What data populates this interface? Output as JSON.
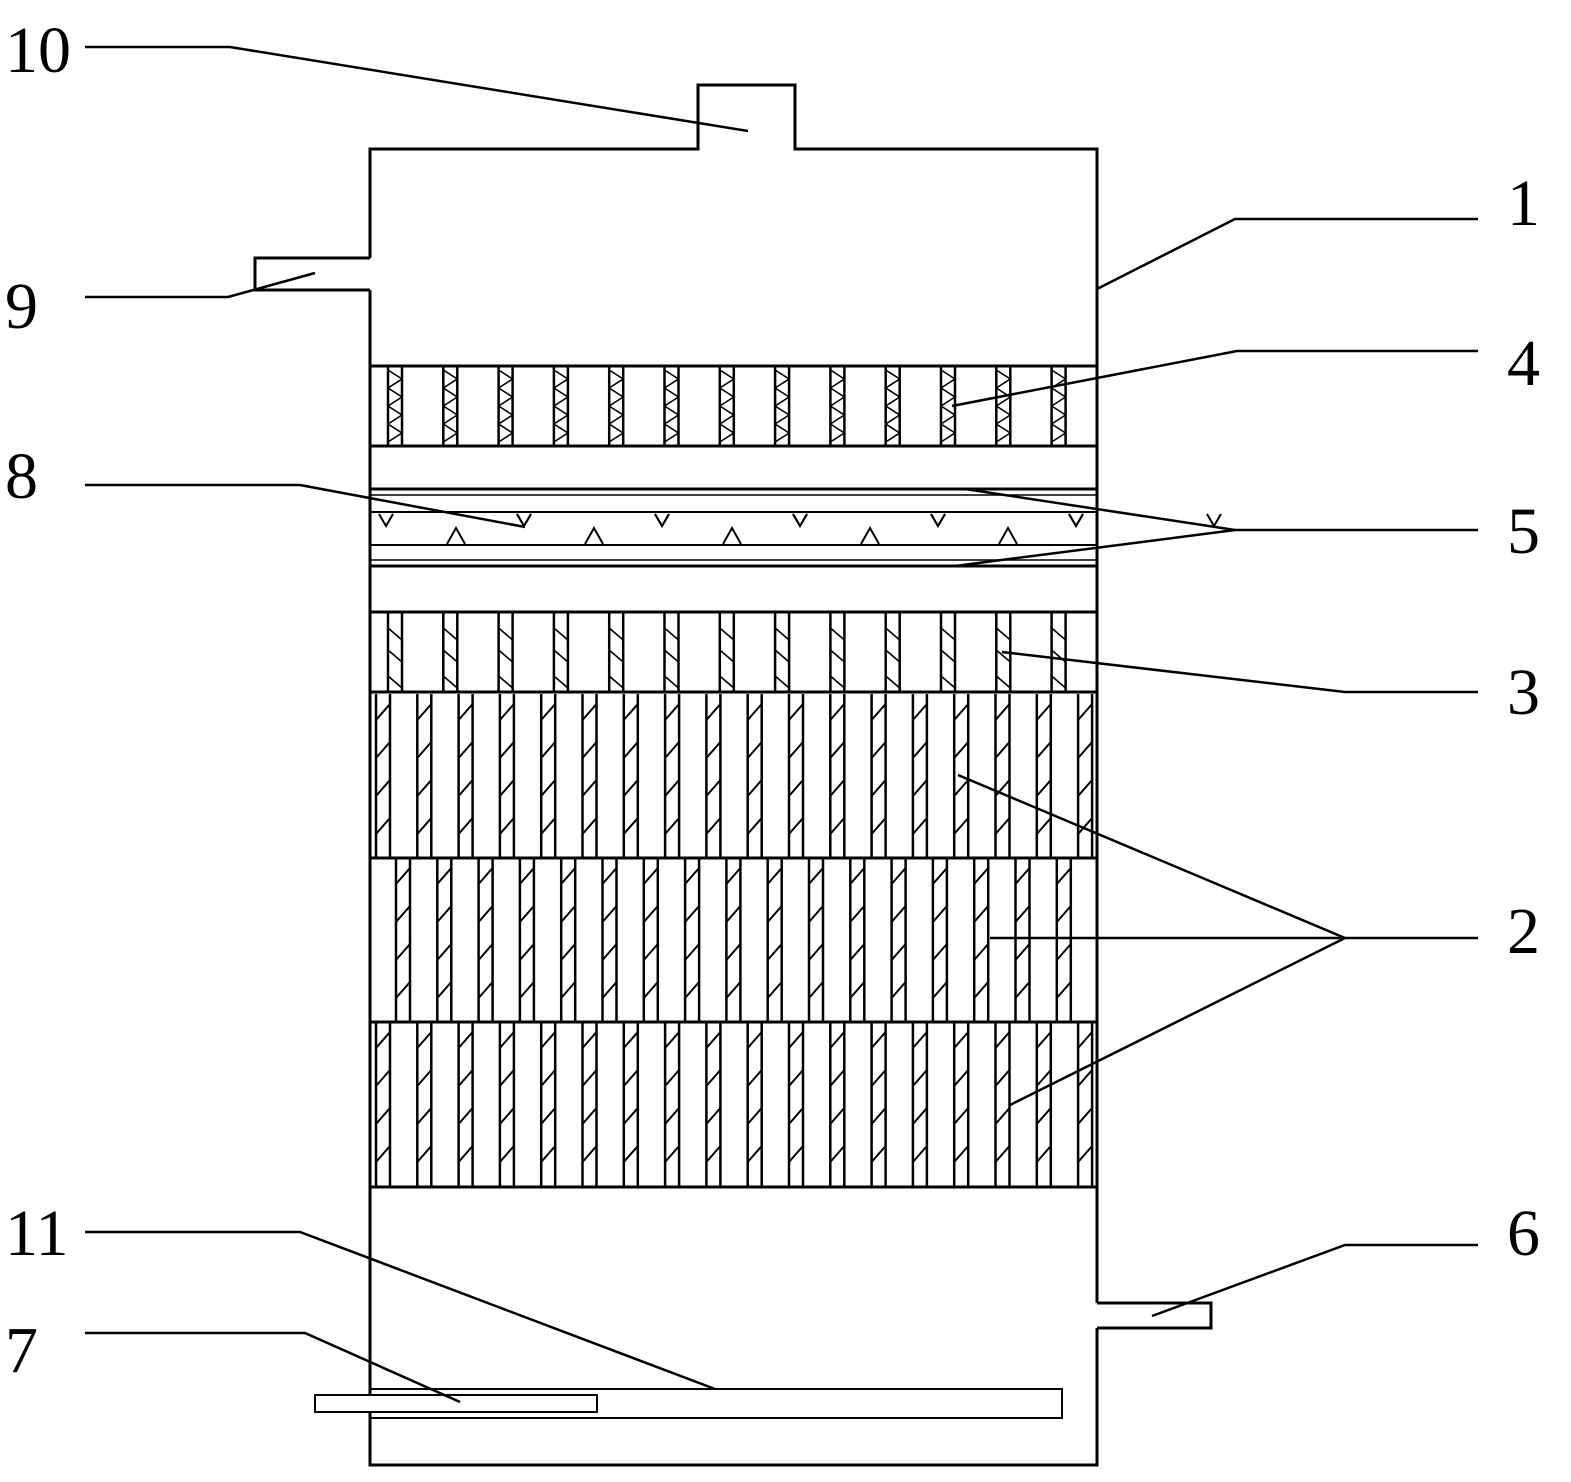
{
  "colors": {
    "stroke": "#000000",
    "background": "#ffffff"
  },
  "labels": {
    "l1": "1",
    "l2": "2",
    "l3": "3",
    "l4": "4",
    "l5": "5",
    "l6": "6",
    "l7": "7",
    "l8": "8",
    "l9": "9",
    "l10": "10",
    "l11": "11"
  }
}
